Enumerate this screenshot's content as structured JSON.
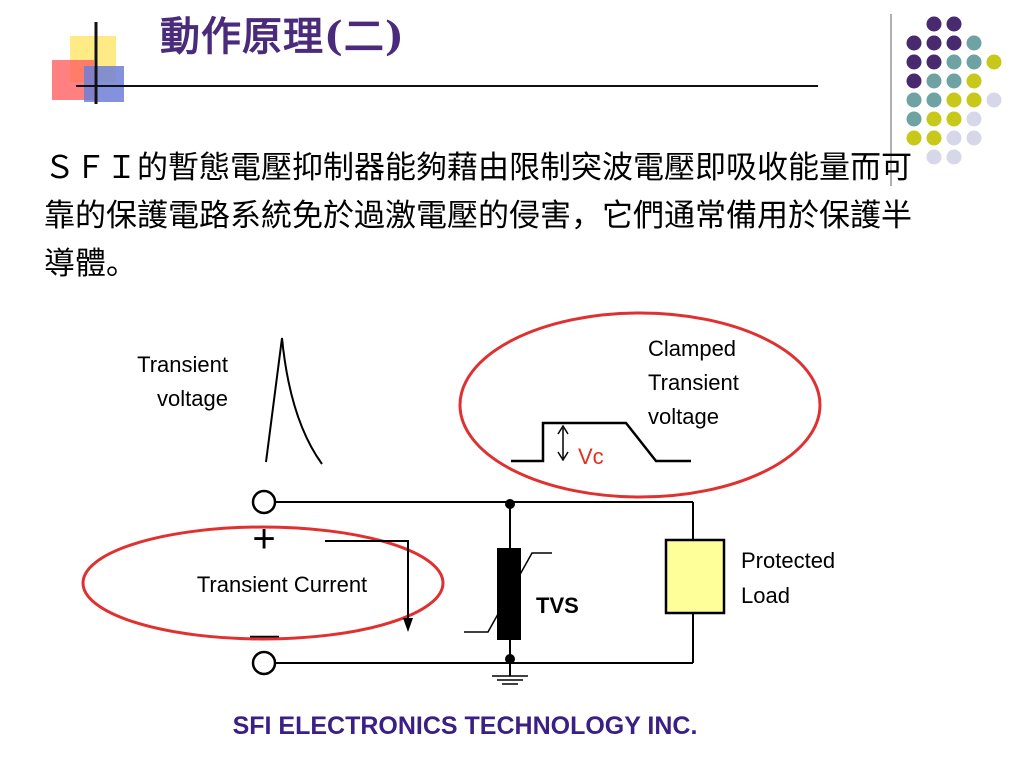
{
  "slide": {
    "title": "動作原理(二)",
    "body": "ＳＦＩ的暫態電壓抑制器能夠藉由限制突波電壓即吸收能量而可靠的保護電路系統免於過激電壓的侵害，它們通常備用於保護半導體。",
    "footer": "SFI ELECTRONICS  TECHNOLOGY INC."
  },
  "diagram": {
    "transient_voltage_label": [
      "Transient",
      "voltage"
    ],
    "clamped_label": [
      "Clamped",
      "Transient",
      "voltage"
    ],
    "vc_label": "Vc",
    "transient_current_label": "Transient Current",
    "tvs_label": "TVS",
    "protected_load_label": [
      "Protected",
      "Load"
    ],
    "plus_sign": "+",
    "minus_sign": "−"
  },
  "colors": {
    "title": "#4a2a7a",
    "footer": "#3a1f85",
    "highlight_ellipse": "#e03030",
    "vc_label": "#e0301e",
    "load_fill": "#ffff99",
    "dot_purple": "#4a2a6e",
    "dot_teal": "#6fa3a3",
    "dot_yellow": "#c8c81a",
    "dot_lavender": "#d7d7ea"
  }
}
